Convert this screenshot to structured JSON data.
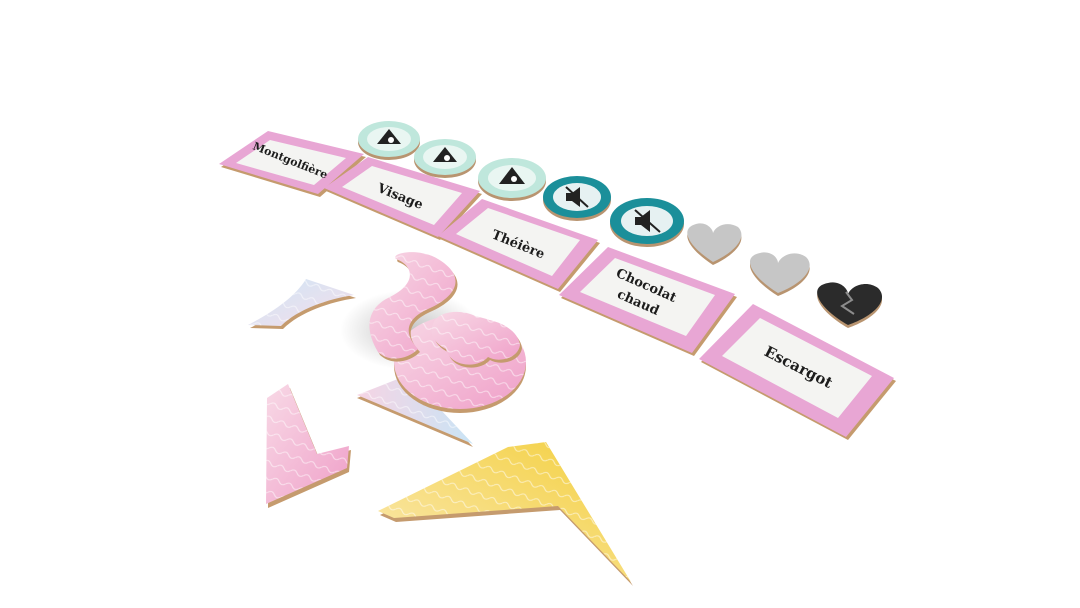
{
  "cards": [
    {
      "word": "Montgolfière"
    },
    {
      "word": "Visage"
    },
    {
      "word": "Théière"
    },
    {
      "word": [
        "Chocolat",
        "chaud"
      ]
    },
    {
      "word": "Escargot"
    }
  ],
  "tokens": {
    "mint": {
      "color": "#bfe7dc",
      "ring": "#9fd8c8",
      "icon": "pointing-hand-icon",
      "count": 3
    },
    "teal": {
      "color": "#1b8f9a",
      "icon": "muted-speaker-icon",
      "count": 2
    },
    "hearts": {
      "color": "#bdbdbd",
      "broken_color": "#2b2b2b",
      "count": 2,
      "broken_count": 1
    }
  },
  "colors": {
    "card_border": "#e8a6d4",
    "card_panel": "#f4f4f2",
    "pink_piece": "#f3c5dc",
    "yellow_piece": "#f5d65e",
    "blue_piece": "#cfe2f3"
  }
}
